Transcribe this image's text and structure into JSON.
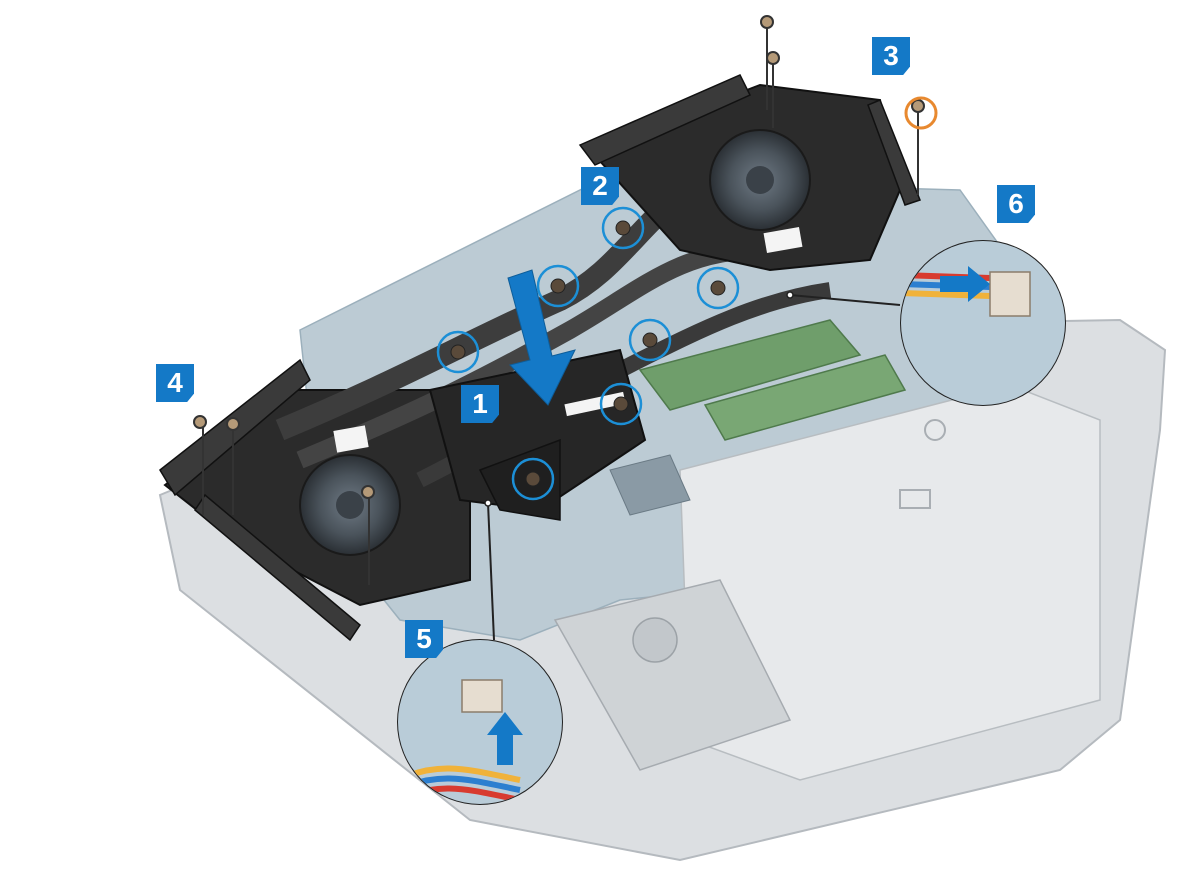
{
  "figure": {
    "callouts": [
      "1",
      "2",
      "3",
      "4",
      "5",
      "6"
    ],
    "colors": {
      "callout_blue": "#1479c7",
      "highlight_blue": "#1c8fd6",
      "highlight_orange": "#e8892f",
      "chassis": "#d4d7da",
      "board": "#b9c9d2",
      "heatsink": "#2b2b2b",
      "battery": "#e6e8ea"
    },
    "icons": [
      "screw-icon",
      "arrow-down-icon",
      "arrow-up-icon",
      "arrow-right-icon",
      "fan-icon",
      "connector-icon"
    ]
  }
}
